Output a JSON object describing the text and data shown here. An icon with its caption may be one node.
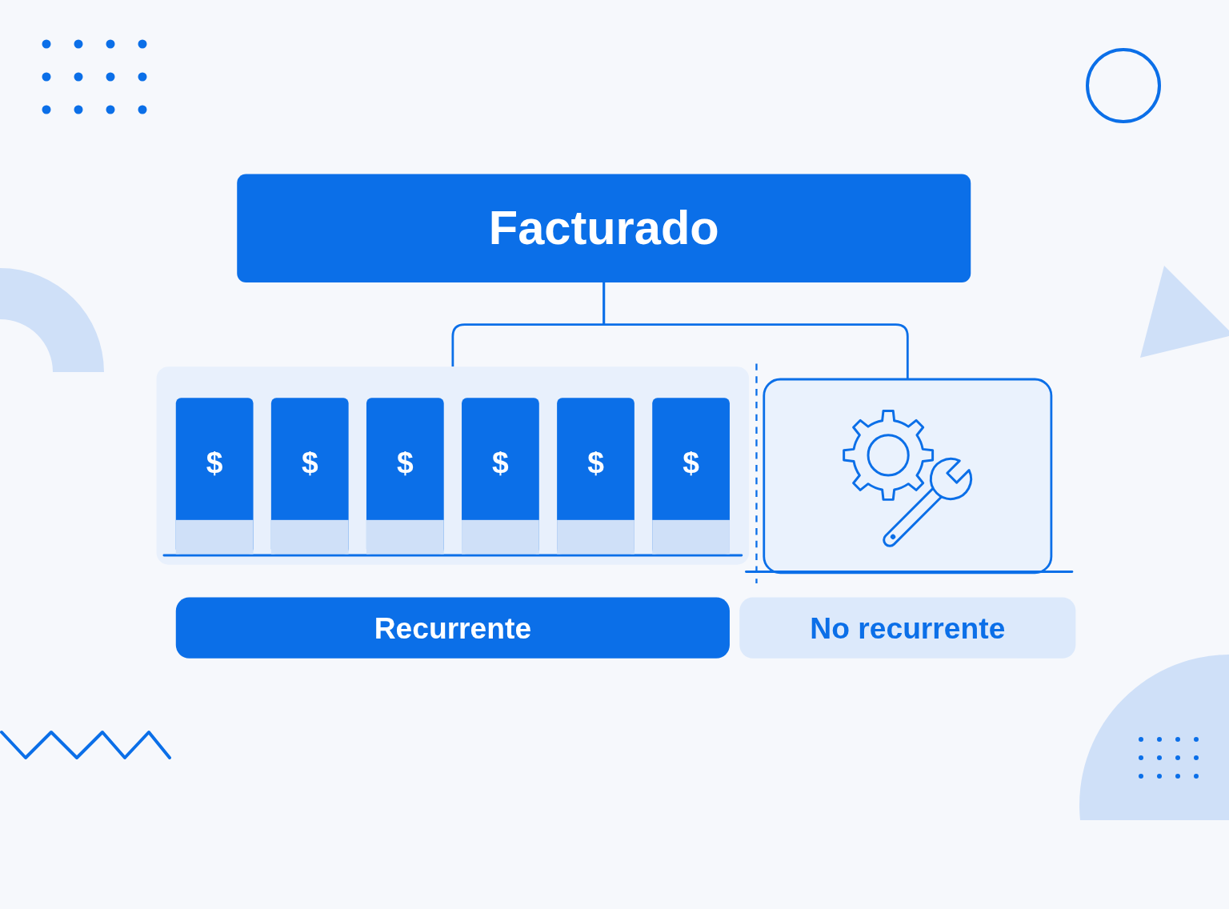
{
  "diagram": {
    "nodes": [
      {
        "text": [
          "Facturado"
        ]
      },
      {
        "text": [],
        "shape": "box"
      },
      {
        "text": [
          "$"
        ],
        "in": 1
      },
      {
        "text": [
          "$"
        ],
        "in": 1
      },
      {
        "text": [
          "$"
        ],
        "in": 1
      },
      {
        "text": [
          "$"
        ],
        "in": 1
      },
      {
        "text": [
          "$"
        ],
        "in": 1
      },
      {
        "text": [
          "$"
        ],
        "in": 1
      },
      {
        "text": [],
        "shape": "picture"
      },
      {
        "text": [
          "Recurrente"
        ]
      },
      {
        "text": [
          "No recurrente"
        ]
      }
    ],
    "edges": [
      {
        "from": 0,
        "to": 1,
        "arrow": "none"
      },
      {
        "from": 0,
        "to": 8,
        "arrow": "none"
      }
    ]
  }
}
